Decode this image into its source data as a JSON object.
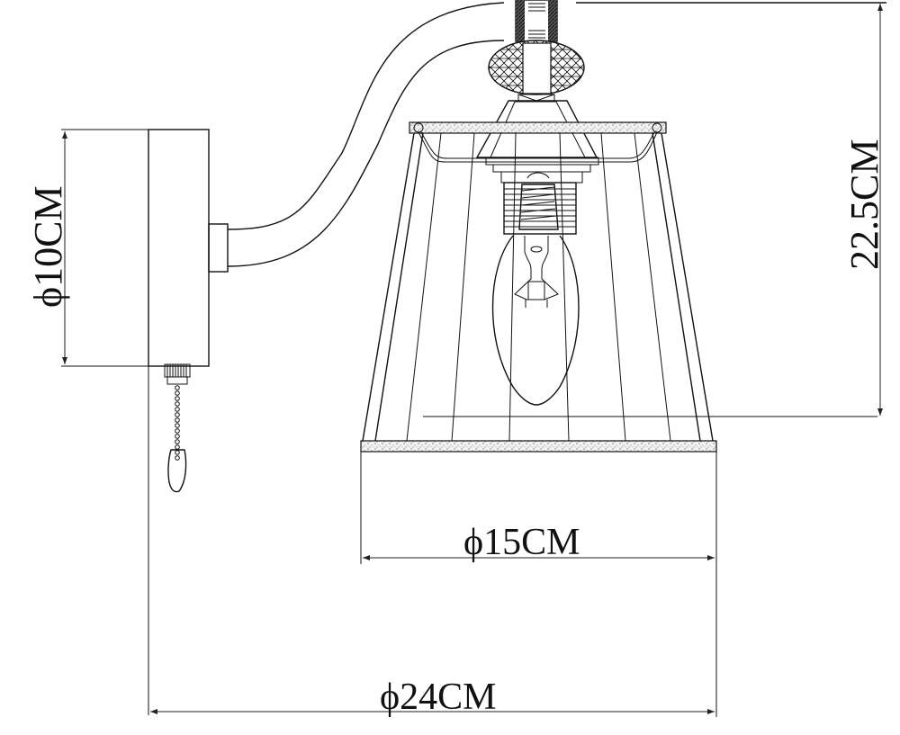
{
  "diagram": {
    "type": "technical-drawing",
    "subject": "wall-sconce",
    "colors": {
      "line": "#111111",
      "background": "#ffffff"
    },
    "dimensions": {
      "backplate_diameter": {
        "label": "ϕ10CM",
        "value": 10,
        "unit": "CM"
      },
      "height": {
        "label": "22.5CM",
        "value": 22.5,
        "unit": "CM"
      },
      "shade_diameter": {
        "label": "ϕ15CM",
        "value": 15,
        "unit": "CM"
      },
      "overall_width": {
        "label": "ϕ24CM",
        "value": 24,
        "unit": "CM"
      }
    },
    "components": [
      "wall-backplate",
      "curved-arm",
      "pull-chain-switch",
      "decorative-knurled-knob",
      "bulb-socket",
      "candle-bulb",
      "cage-shade-frame"
    ]
  }
}
